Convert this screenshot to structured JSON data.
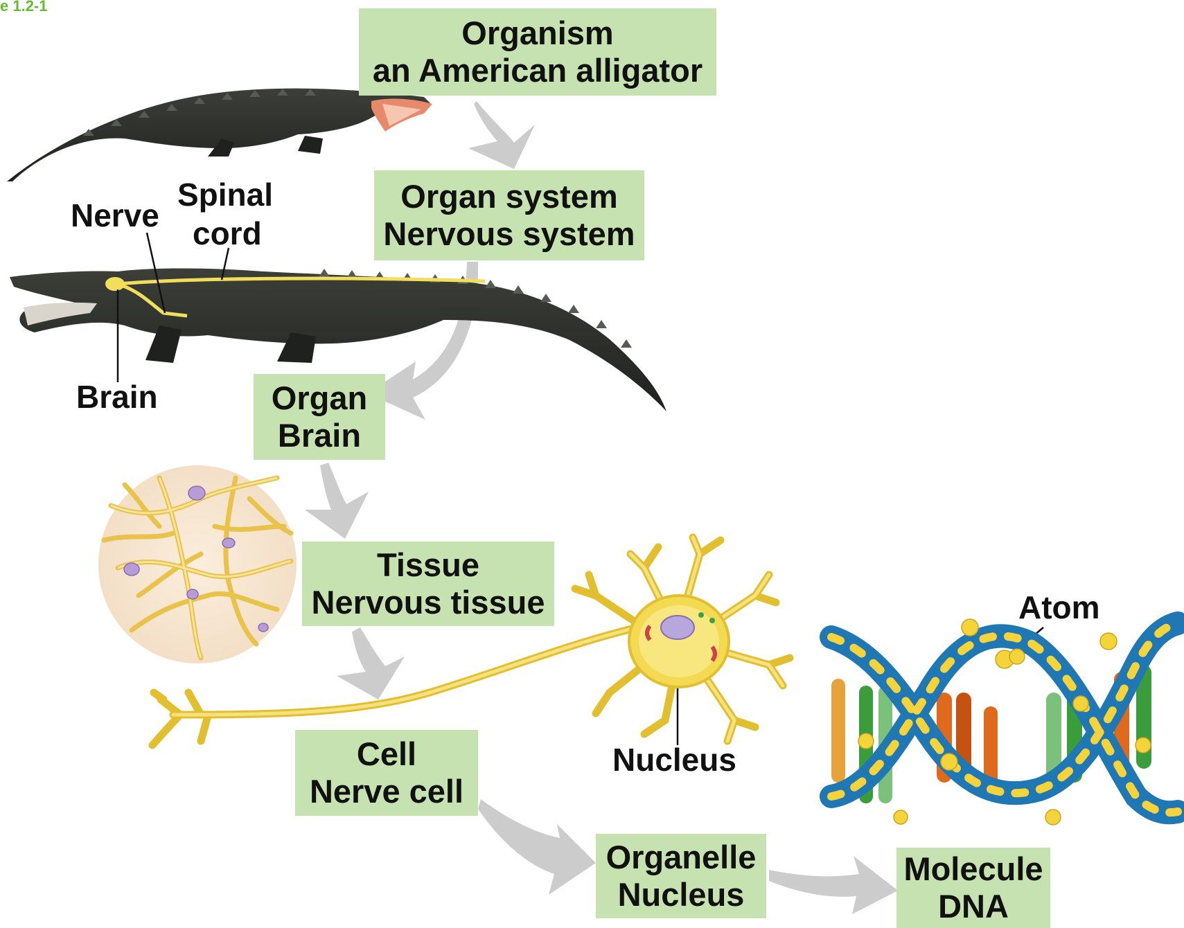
{
  "figure_label": "e 1.2-1",
  "levels": [
    {
      "title": "Organism",
      "example": "an American alligator"
    },
    {
      "title": "Organ system",
      "example": "Nervous system"
    },
    {
      "title": "Organ",
      "example": "Brain"
    },
    {
      "title": "Tissue",
      "example": "Nervous tissue"
    },
    {
      "title": "Cell",
      "example": "Nerve cell"
    },
    {
      "title": "Organelle",
      "example": "Nucleus"
    },
    {
      "title": "Molecule",
      "example": "DNA"
    }
  ],
  "annotations": {
    "nerve": "Nerve",
    "spinal_cord_line1": "Spinal",
    "spinal_cord_line2": "cord",
    "brain": "Brain",
    "nucleus": "Nucleus",
    "atom": "Atom"
  },
  "colors": {
    "box_fill": "#c6e2b0",
    "arrow": "#cccccc",
    "figure_label": "#66bb33",
    "nerve_yellow": "#f2de5a",
    "dna_blue": "#1f78b4",
    "dna_yellow": "#f5d33a",
    "dna_green": "#3a9c3a",
    "dna_orange": "#e06a1c"
  }
}
